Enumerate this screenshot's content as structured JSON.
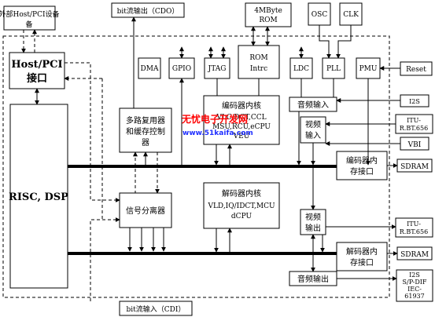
{
  "external_top": {
    "host_pci_device": "外部Host/PCI设备",
    "bit_output": "bit流输出（CDO）",
    "rom": "4MByte ROM",
    "osc": "OSC",
    "clk": "CLK",
    "bit_input": "bit流输入（CDI）"
  },
  "internal_blocks": {
    "host_pci": "Host/PCI 接口",
    "risc_dsp": "RISC, DSP",
    "dma": "DMA",
    "gpio": "GPIO",
    "jtag": "JTAG",
    "rom_intrc": "ROM Intrc",
    "ldc": "LDC",
    "pll": "PLL",
    "pmu": "PMU",
    "mux": "多路复用器 和缓存控制 器",
    "encoder_core_title": "编码器内核",
    "encoder_core_body": "VLC,DCT,CCL MSU,RCU,eCPU VEU",
    "decoder_core_title": "解码器内核",
    "decoder_core_body": "VLD,IQ/IDCT,MCU dCPU",
    "demux": "信号分离器",
    "audio_in": "音频输入",
    "video_in": "视频 输入",
    "encoder_mem": "编码器内 存接口",
    "video_out": "视频 输出",
    "decoder_mem": "解码器内 存接口",
    "audio_out": "音频输出"
  },
  "external_right": {
    "reset": "Reset",
    "i2s_top": "I2S",
    "itu_top": "ITU- R.BT.656",
    "vbi": "VBI",
    "sdram_top": "SDRAM",
    "itu_bottom": "ITU- R.BT.656",
    "sdram_bottom": "SDRAM",
    "i2s_bottom": "I2S S/P-DIF IEC- 61937"
  },
  "watermark": {
    "line1": "无忧电子开发网",
    "line2": "www.51kaifa.com"
  }
}
